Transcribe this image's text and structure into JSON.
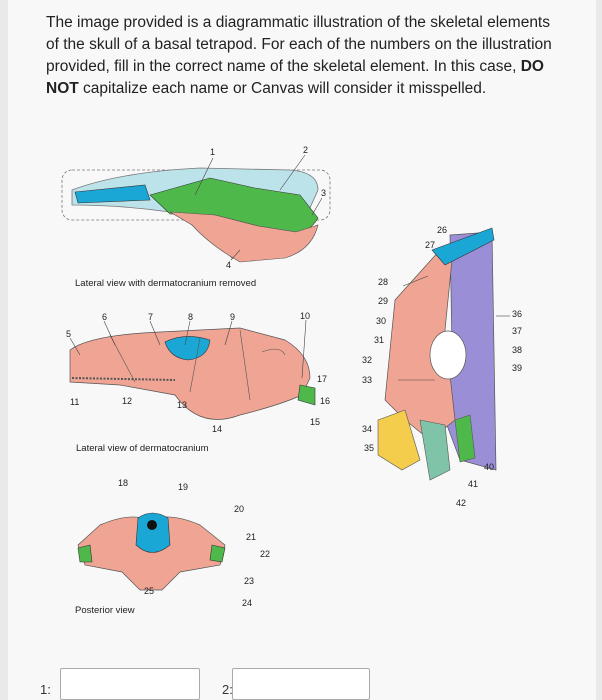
{
  "instructions": {
    "part1": "The image provided is a diagrammatic illustration of the skeletal elements of the skull of a basal tetrapod. For each of the numbers on the illustration provided, fill in the correct name of the skeletal element. In this case, ",
    "emphasis": "DO NOT",
    "part2": " capitalize each name or Canvas will consider it misspelled."
  },
  "figure": {
    "caption_lateral_removed": "Lateral view with dermatocranium removed",
    "caption_lateral_dermato": "Lateral view of dermatocranium",
    "caption_posterior": "Posterior view",
    "labels": [
      "1",
      "2",
      "3",
      "4",
      "5",
      "6",
      "7",
      "8",
      "9",
      "10",
      "11",
      "12",
      "13",
      "14",
      "15",
      "16",
      "17",
      "18",
      "19",
      "20",
      "21",
      "22",
      "23",
      "24",
      "25",
      "26",
      "27",
      "28",
      "29",
      "30",
      "31",
      "32",
      "33",
      "34",
      "35",
      "36",
      "37",
      "38",
      "39",
      "40",
      "41",
      "42"
    ]
  },
  "questions": [
    {
      "label": "1:",
      "value": ""
    },
    {
      "label": "2:",
      "value": ""
    }
  ],
  "colors": {
    "bone_pink": "#f0a493",
    "green": "#4fb84a",
    "blue": "#1ba7d6",
    "light_blue": "#bde3ea",
    "purple": "#9a8ed6",
    "yellow": "#f5cd4c",
    "teal": "#7fc4a8"
  }
}
